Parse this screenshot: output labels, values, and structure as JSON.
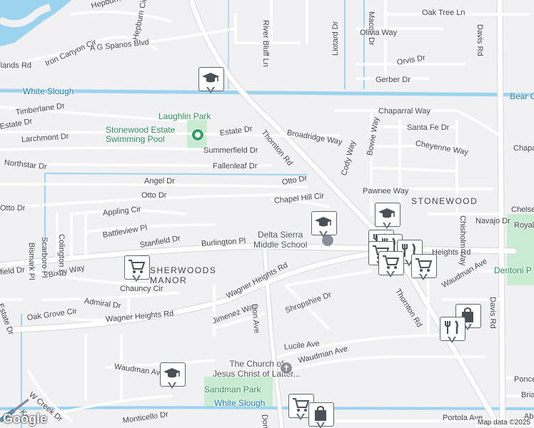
{
  "attribution": "Map data ©2025",
  "logo": "Google",
  "water_labels": {
    "white_slough_top": "White Slough",
    "white_slough_bottom": "White Slough",
    "bear_creek": "Bear C"
  },
  "park_labels": {
    "laughlin": "Laughlin Park",
    "pool": "Stonewood Estate\nSwimming Pool",
    "sandman": "Sandman Park",
    "dentoni": "Dentoni P"
  },
  "area_labels": {
    "stonewood": "STONEWOOD",
    "sherwoods": "SHERWOODS\nMANOR"
  },
  "poi_labels": {
    "school": "Delta Sierra\nMiddle School",
    "church": "The Church of\nJesus Christ of Latter..."
  },
  "streets": {
    "hepburn_cir_1": "Hepburn Cir",
    "hepburn_cir_2": "Hepburn Cir",
    "river_bluff": "River Bluff Ln",
    "macon": "Macon Dr",
    "oak_tree": "Oak Tree Ln",
    "davis_top": "Davis Rd",
    "davis_bottom": "Davis Rd",
    "olivia": "Olivia Way",
    "liotard": "Liotard Dr",
    "orvis": "Orvis Dr",
    "gerber": "Gerber Dr",
    "iron_canyon": "Iron Canyon Cir",
    "ag_spanos": "A G Spanos Blvd",
    "highlands": "Highlands Rd",
    "timberlane": "Timberlane Dr",
    "estate_dr_1": "Estate Dr",
    "estate_dr_2": "Estate Dr",
    "estate_dr_3": "Estate Dr",
    "larchmont": "Larchmont Dr",
    "summerfield": "Summerfield Dr",
    "fallenleaf": "Fallenleaf Dr",
    "northstar": "Northstar Dr",
    "thornton_top": "Thornton Rd",
    "thornton_bottom": "Thornton Rd",
    "broadridge": "Broadridge Way",
    "chaparral": "Chaparral Way",
    "chapa": "Chapa",
    "santa_fe": "Santa Fe Dr",
    "cheyenne": "Cheyenne Way",
    "bowie": "Bowie Way",
    "cody": "Cody Way",
    "pawnee": "Pawnee Way",
    "angel": "Angel Dr",
    "otto_1": "Otto Dr",
    "otto_2": "Otto Dr",
    "otto_3": "Otto Dr",
    "chapel_hill": "Chapel Hill Cir",
    "navajo": "Navajo Dr",
    "chelsea": "Chelse",
    "royal": "Royal",
    "chisholm": "Chisholm Way",
    "appling": "Appling Cir",
    "colington": "Colington Pl",
    "scarboro": "Scarboro Pl",
    "bismark": "Bismark Pl",
    "battleview": "Battleview Pl",
    "stanfield": "Stanfield Dr",
    "stanfield_left": "field Dr",
    "burlington": "Burlington Pl",
    "wagner_1": "Wagner Heights Rd",
    "wagner_2": "Wagner Heights Rd",
    "wagner_3": "Heights Rd",
    "bixby": "Bixby Way",
    "chauncy": "Chauncy Cir",
    "admiral": "Admiral Dr",
    "oak_grove": "Oak Grove Cir",
    "jimenez": "Jimenez Way",
    "don_ave_1": "Don Ave",
    "don_ave_2": "Don Ave",
    "shropshire": "Shropshire Dr",
    "waudman_1": "Waudman Ave",
    "waudman_2": "Waudman Ave",
    "waudman_3": "Waudman Ave",
    "lucile": "Lucile Ave",
    "ponce": "Ponce",
    "bria": "Bria",
    "w_creek": "W Creek Dr",
    "monticello": "Monticello Dr",
    "portola": "Portola Ave",
    "kelley": "Ke",
    "estate_left": "Estate Dr",
    "ab": "Ab"
  },
  "markers": [
    {
      "type": "school",
      "name": "school-marker-north"
    },
    {
      "type": "school",
      "name": "school-marker-delta-sierra"
    },
    {
      "type": "school",
      "name": "school-marker-stonewood"
    },
    {
      "type": "school",
      "name": "school-marker-south"
    },
    {
      "type": "grocery",
      "name": "grocery-marker-bixby"
    },
    {
      "type": "grocery",
      "name": "grocery-marker-thornton-1"
    },
    {
      "type": "grocery",
      "name": "grocery-marker-thornton-2"
    },
    {
      "type": "grocery",
      "name": "grocery-marker-don-ave"
    },
    {
      "type": "restaurant",
      "name": "restaurant-marker-cluster"
    },
    {
      "type": "restaurant",
      "name": "restaurant-marker-east"
    },
    {
      "type": "shopping",
      "name": "shopping-marker-east"
    },
    {
      "type": "shopping",
      "name": "shopping-marker-south"
    }
  ],
  "colors": {
    "background": "#f1f0f3",
    "road": "#ffffff",
    "road_outline": "#d6d5dc",
    "water": "#9cd3ee",
    "park": "#c9ebd2",
    "water_dark": "#3a9bd1"
  }
}
